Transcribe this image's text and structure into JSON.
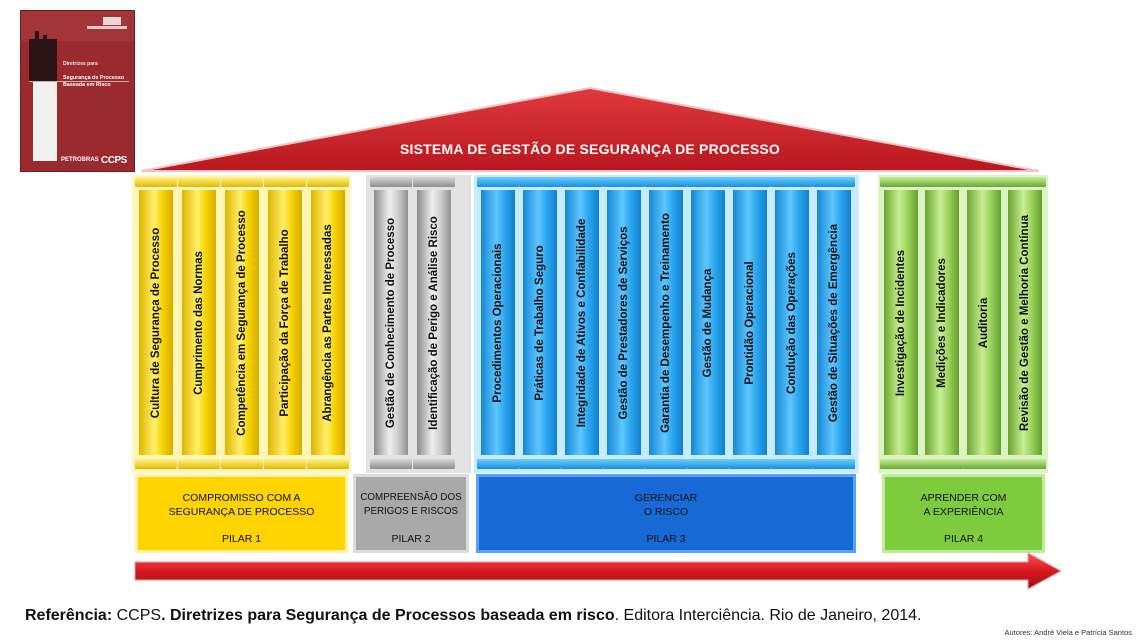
{
  "book_cover": {
    "label": "Diretrizes para",
    "title": "Segurança de Processo Baseada em Risco",
    "publisher_logos": [
      "PETROBRAS",
      "CCPS"
    ],
    "colors": {
      "background": "#9b2a2e"
    }
  },
  "roof": {
    "title": "SISTEMA DE GESTÃO DE SEGURANÇA DE PROCESSO",
    "color": "#cc1f2b"
  },
  "groups": [
    {
      "color": "#f5d300",
      "pillars": [
        "Cultura de Segurança de Processo",
        "Cumprimento das Normas",
        "Competência em Segurança de Processo",
        "Participação da  Força de Trabalho",
        "Abrangência as Partes Interessadas"
      ],
      "foundation": {
        "title_line1": "COMPROMISSO COM A",
        "title_line2": "SEGURANÇA DE PROCESSO",
        "pillar": "PILAR 1"
      }
    },
    {
      "color": "#bdbdbd",
      "pillars": [
        "Gestão de Conhecimento de Processo",
        "Identificação de  Perigo e Análise Risco"
      ],
      "foundation": {
        "title_line1": "COMPREENSÃO DOS",
        "title_line2": "PERIGOS E RISCOS",
        "pillar": "PILAR 2"
      }
    },
    {
      "color": "#2aa6ee",
      "pillars": [
        "Procedimentos Operacionais",
        "Práticas de Trabalho Seguro",
        "Integridade de Ativos e Confiabilidade",
        "Gestão de Prestadores de Serviços",
        "Garantia de Desempenho e Treinamento",
        "Gestão de Mudança",
        "Prontidão Operacional",
        "Condução das Operações",
        "Gestão de Situações de Emergência"
      ],
      "foundation": {
        "title_line1": "GERENCIAR",
        "title_line2": "O RISCO",
        "pillar": "PILAR 3"
      }
    },
    {
      "color": "#99d25b",
      "pillars": [
        "Investigação de Incidentes",
        "Medições e Indicadores",
        "Auditoria",
        "Revisão de Gestão e Melhoria Contínua"
      ],
      "foundation": {
        "title_line1": "APRENDER COM",
        "title_line2": "A EXPERIÊNCIA",
        "pillar": "PILAR 4"
      }
    }
  ],
  "reference": {
    "label": "Referência:",
    "source": "CCPS",
    "title": "Diretrizes para Segurança de Processos baseada em risco",
    "publisher": "Editora Interciência. Rio de Janeiro, 2014."
  },
  "authors": "Autores: André Viela e Patrícia Santos"
}
